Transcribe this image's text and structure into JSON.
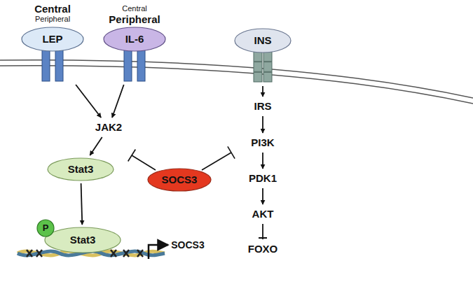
{
  "diagram": {
    "nodes": [
      {
        "text": [
          "LEP"
        ]
      },
      {
        "text": [
          "IL-6"
        ]
      },
      {
        "text": [
          "INS"
        ]
      },
      {
        "text": [
          "JAK2"
        ]
      },
      {
        "text": [
          "Stat3"
        ]
      },
      {
        "text": [
          "SOCS3"
        ]
      },
      {
        "text": [
          "Stat3"
        ]
      },
      {
        "text": [
          "P"
        ],
        "in": 6
      },
      {
        "text": [
          "IRS"
        ]
      },
      {
        "text": [
          "PI3K"
        ]
      },
      {
        "text": [
          "PDK1"
        ]
      },
      {
        "text": [
          "AKT"
        ]
      },
      {
        "text": [
          "FOXO"
        ]
      }
    ],
    "edges": [
      {
        "from": 0,
        "to": 3,
        "arrow": "to"
      },
      {
        "from": 1,
        "to": 3,
        "arrow": "to"
      },
      {
        "from": 3,
        "to": 4,
        "arrow": "to"
      },
      {
        "from": 4,
        "to": 6,
        "arrow": "to"
      },
      {
        "from": 2,
        "to": 8,
        "arrow": "to"
      },
      {
        "from": 8,
        "to": 9,
        "arrow": "to"
      },
      {
        "from": 9,
        "to": 10,
        "arrow": "to"
      },
      {
        "from": 10,
        "to": 11,
        "arrow": "to"
      },
      {
        "from": 11,
        "to": 12,
        "arrow": "to"
      }
    ],
    "labels": [
      "Central",
      "Peripheral",
      "Central",
      "Peripheral",
      "SOCS3"
    ]
  }
}
